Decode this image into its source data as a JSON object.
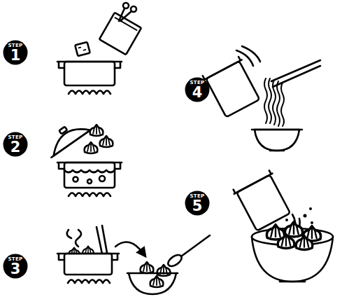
{
  "diagram": {
    "nodes": [
      {
        "text": [
          "STEP",
          "1"
        ]
      },
      {
        "text": [
          "STEP",
          "2"
        ]
      },
      {
        "text": [
          "STEP",
          "3"
        ]
      },
      {
        "text": [
          "STEP",
          "4"
        ]
      },
      {
        "text": [
          "STEP",
          "5"
        ]
      }
    ]
  }
}
